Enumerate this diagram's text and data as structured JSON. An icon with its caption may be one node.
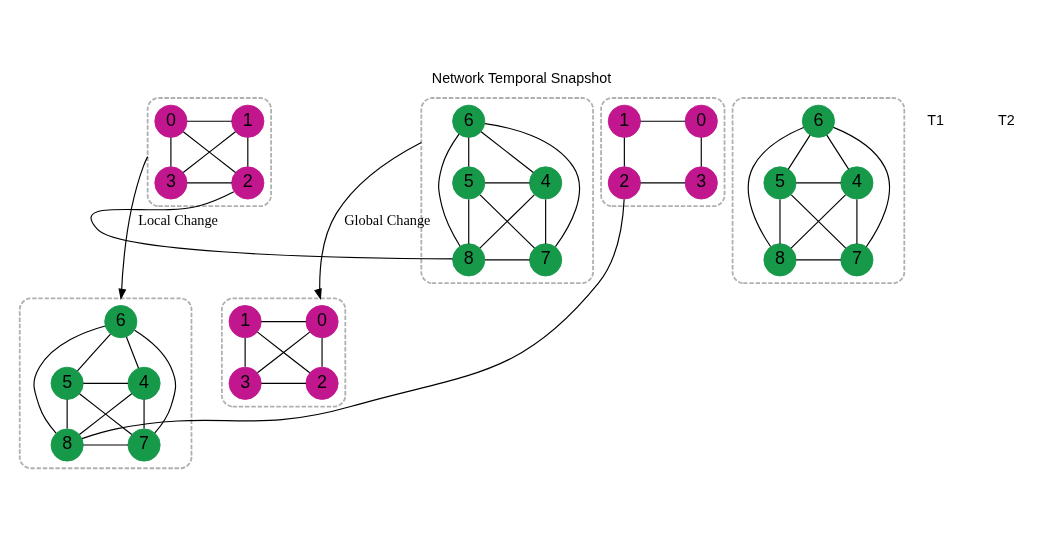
{
  "diagram": {
    "title": "Network Temporal Snapshot",
    "nodes": [
      {
        "text": [],
        "shape": "ellipse"
      },
      {
        "text": [
          "0"
        ],
        "in": 0
      },
      {
        "text": [
          "1"
        ],
        "in": 0
      },
      {
        "text": [
          "3"
        ],
        "in": 0
      },
      {
        "text": [
          "2"
        ],
        "in": 0
      },
      {
        "text": [],
        "shape": "ellipse"
      },
      {
        "text": [
          "6"
        ],
        "in": 5
      },
      {
        "text": [
          "4"
        ],
        "in": 5
      },
      {
        "text": [
          "5"
        ],
        "in": 5
      },
      {
        "text": [
          "8"
        ],
        "in": 5
      },
      {
        "text": [
          "7"
        ],
        "in": 5
      },
      {
        "text": [],
        "shape": "ellipse"
      },
      {
        "text": [
          "0"
        ],
        "in": 11
      },
      {
        "text": [
          "1"
        ],
        "in": 11
      },
      {
        "text": [
          "3"
        ],
        "in": 11
      },
      {
        "text": [
          "2"
        ],
        "in": 11
      },
      {
        "text": [],
        "shape": "ellipse"
      },
      {
        "text": [
          "6"
        ],
        "in": 16
      },
      {
        "text": [
          "4"
        ],
        "in": 16
      },
      {
        "text": [
          "5"
        ],
        "in": 16
      },
      {
        "text": [
          "8"
        ],
        "in": 16
      },
      {
        "text": [
          "7"
        ],
        "in": 16
      },
      {
        "text": [],
        "shape": "ellipse"
      },
      {
        "text": [
          "0"
        ],
        "in": 22
      },
      {
        "text": [
          "1"
        ],
        "in": 22
      },
      {
        "text": [
          "3"
        ],
        "in": 22
      },
      {
        "text": [
          "2"
        ],
        "in": 22
      },
      {
        "text": [],
        "shape": "ellipse"
      },
      {
        "text": [
          "6"
        ],
        "in": 27
      },
      {
        "text": [
          "4"
        ],
        "in": 27
      },
      {
        "text": [
          "5"
        ],
        "in": 27
      },
      {
        "text": [
          "8"
        ],
        "in": 27
      },
      {
        "text": [
          "7"
        ],
        "in": 27
      }
    ],
    "edges": [
      {
        "from": 1,
        "to": 2,
        "arrow": "none"
      },
      {
        "from": 1,
        "to": 3,
        "arrow": "none"
      },
      {
        "from": 2,
        "to": 4,
        "arrow": "none"
      },
      {
        "from": 3,
        "to": 4,
        "arrow": "none"
      },
      {
        "from": 1,
        "to": 4,
        "arrow": "none"
      },
      {
        "from": 2,
        "to": 3,
        "arrow": "none"
      },
      {
        "from": 6,
        "to": 7,
        "arrow": "none"
      },
      {
        "from": 6,
        "to": 8,
        "arrow": "none"
      },
      {
        "from": 7,
        "to": 8,
        "arrow": "none"
      },
      {
        "from": 7,
        "to": 9,
        "arrow": "none"
      },
      {
        "from": 7,
        "to": 10,
        "arrow": "none"
      },
      {
        "from": 8,
        "to": 9,
        "arrow": "none"
      },
      {
        "from": 8,
        "to": 10,
        "arrow": "none"
      },
      {
        "from": 6,
        "to": 9,
        "arrow": "none"
      },
      {
        "from": 6,
        "to": 10,
        "arrow": "none"
      },
      {
        "from": 9,
        "to": 10,
        "arrow": "none"
      },
      {
        "from": 4,
        "to": 9,
        "arrow": "none"
      },
      {
        "from": 12,
        "to": 13,
        "arrow": "none"
      },
      {
        "from": 12,
        "to": 14,
        "arrow": "none"
      },
      {
        "from": 13,
        "to": 15,
        "arrow": "none"
      },
      {
        "from": 14,
        "to": 15,
        "arrow": "none"
      },
      {
        "from": 17,
        "to": 18,
        "arrow": "none"
      },
      {
        "from": 17,
        "to": 19,
        "arrow": "none"
      },
      {
        "from": 18,
        "to": 19,
        "arrow": "none"
      },
      {
        "from": 18,
        "to": 20,
        "arrow": "none"
      },
      {
        "from": 18,
        "to": 21,
        "arrow": "none"
      },
      {
        "from": 19,
        "to": 20,
        "arrow": "none"
      },
      {
        "from": 19,
        "to": 21,
        "arrow": "none"
      },
      {
        "from": 17,
        "to": 20,
        "arrow": "none"
      },
      {
        "from": 17,
        "to": 21,
        "arrow": "none"
      },
      {
        "from": 20,
        "to": 21,
        "arrow": "none"
      },
      {
        "from": 15,
        "to": 20,
        "arrow": "none"
      },
      {
        "from": 23,
        "to": 24,
        "arrow": "none"
      },
      {
        "from": 23,
        "to": 25,
        "arrow": "none"
      },
      {
        "from": 24,
        "to": 26,
        "arrow": "none"
      },
      {
        "from": 25,
        "to": 26,
        "arrow": "none"
      },
      {
        "from": 23,
        "to": 26,
        "arrow": "none"
      },
      {
        "from": 24,
        "to": 25,
        "arrow": "none"
      },
      {
        "from": 28,
        "to": 29,
        "arrow": "none"
      },
      {
        "from": 28,
        "to": 30,
        "arrow": "none"
      },
      {
        "from": 29,
        "to": 30,
        "arrow": "none"
      },
      {
        "from": 29,
        "to": 31,
        "arrow": "none"
      },
      {
        "from": 29,
        "to": 32,
        "arrow": "none"
      },
      {
        "from": 30,
        "to": 31,
        "arrow": "none"
      },
      {
        "from": 30,
        "to": 32,
        "arrow": "none"
      },
      {
        "from": 28,
        "to": 31,
        "arrow": "none"
      },
      {
        "from": 28,
        "to": 32,
        "arrow": "none"
      },
      {
        "from": 31,
        "to": 32,
        "arrow": "none"
      },
      {
        "from": 0,
        "to": 16,
        "arrow": "to",
        "label": "Local Change"
      },
      {
        "from": 5,
        "to": 22,
        "arrow": "to",
        "label": "Global Change"
      }
    ],
    "labels": [
      "T1",
      "T2"
    ]
  }
}
